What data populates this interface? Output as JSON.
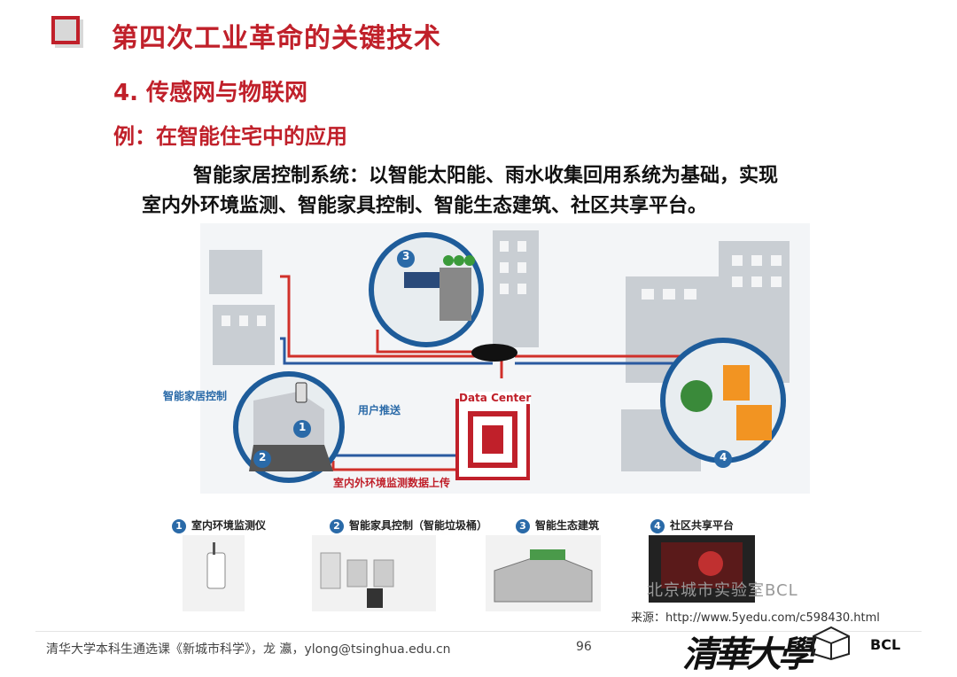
{
  "slide": {
    "title": "第四次工业革命的关键技术",
    "section": "4. 传感网与物联网",
    "example": "例：在智能住宅中的应用",
    "body_line1": "智能家居控制系统：以智能太阳能、雨水收集回用系统为基础，实现",
    "body_line2": "室内外环境监测、智能家具控制、智能生态建筑、社区共享平台。",
    "page_number": "96"
  },
  "diagram": {
    "label_control": "智能家居控制",
    "label_push": "用户推送",
    "label_upload": "室内外环境监测数据上传",
    "data_center": "Data Center",
    "num1": "1",
    "num2": "2",
    "num3": "3",
    "num4": "4"
  },
  "legend": [
    {
      "num": "1",
      "label": "室内环境监测仪"
    },
    {
      "num": "2",
      "label": "智能家具控制（智能垃圾桶）"
    },
    {
      "num": "3",
      "label": "智能生态建筑"
    },
    {
      "num": "4",
      "label": "社区共享平台"
    }
  ],
  "footer": {
    "course": "清华大学本科生通选课《新城市科学》，龙 瀛，ylong@tsinghua.edu.cn",
    "source": "来源：http://www.5yedu.com/c598430.html",
    "watermark": "北京城市实验室BCL",
    "university_logo": "清華大學",
    "lab_logo": "BCL"
  },
  "colors": {
    "accent": "#c0202a",
    "blue": "#2a6aa8",
    "line_red": "#d0302a",
    "line_blue": "#2a5aa0"
  }
}
